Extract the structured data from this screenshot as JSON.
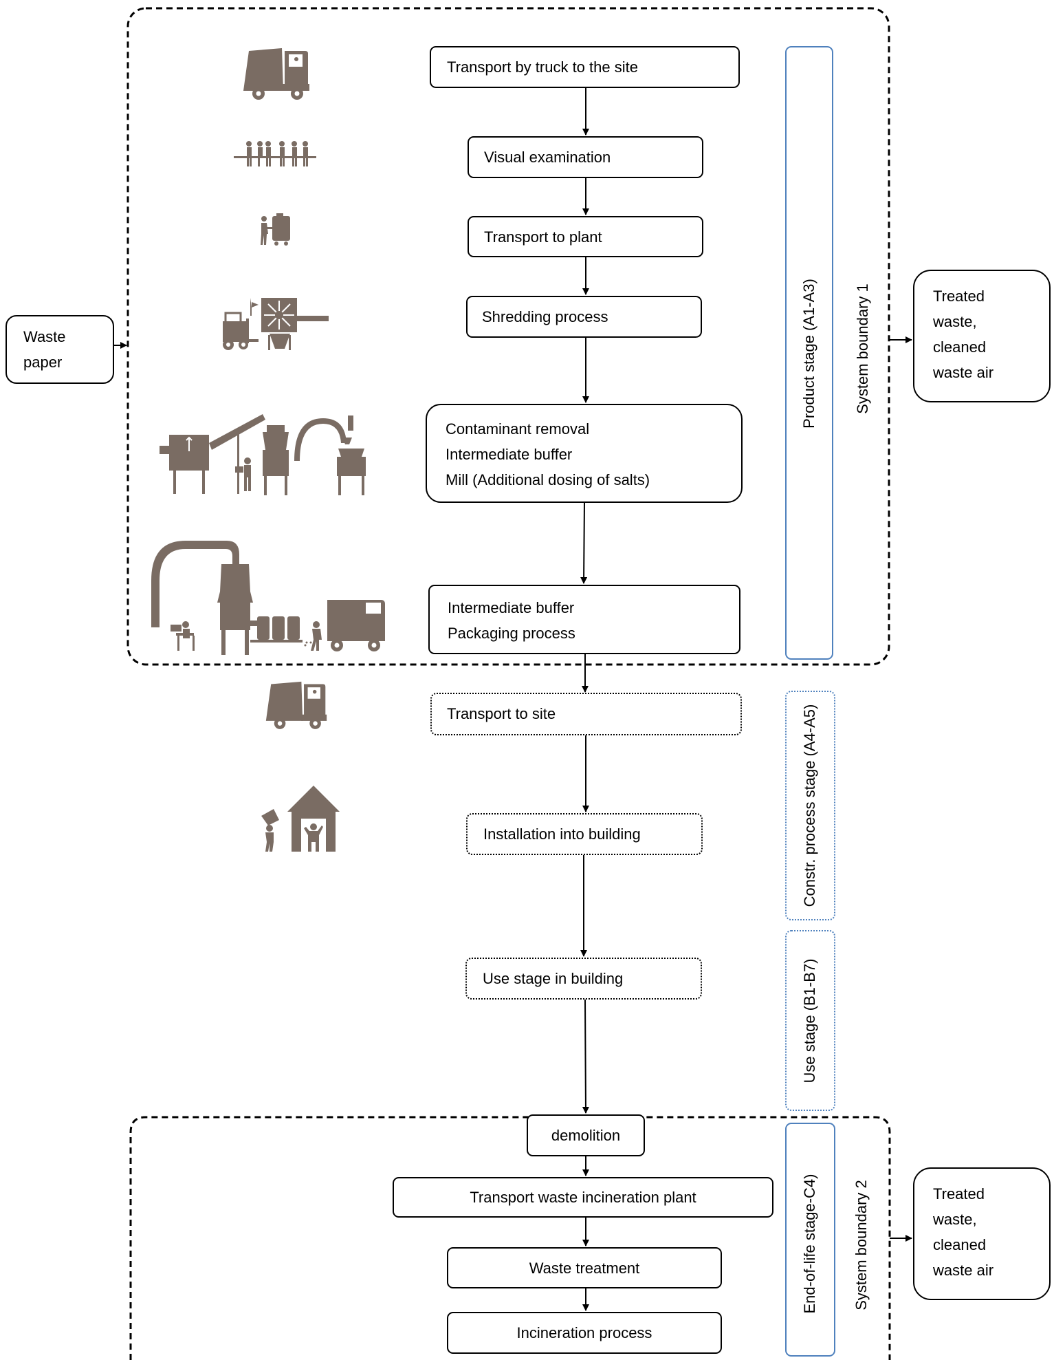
{
  "input": {
    "lines": [
      "Waste",
      "paper"
    ]
  },
  "steps": {
    "truck_to_site": "Transport by truck to the site",
    "visual_exam": "Visual examination",
    "transport_plant": "Transport to plant",
    "shredding": "Shredding process",
    "contaminant": [
      "Contaminant removal",
      "Intermediate buffer",
      "Mill (Additional dosing of salts)"
    ],
    "packaging": [
      "Intermediate buffer",
      "Packaging process"
    ],
    "transport_site": "Transport to site",
    "installation": "Installation into building",
    "use_stage": "Use stage in building",
    "demolition": "demolition",
    "transport_incineration": "Transport waste incineration plant",
    "waste_treatment": "Waste treatment",
    "incineration": "Incineration process"
  },
  "stages": {
    "product": "Product stage (A1-A3)",
    "construction": "Constr. process stage (A4-A5)",
    "use": "Use stage (B1-B7)",
    "eol": "End-of-life stage-C4)"
  },
  "boundaries": {
    "b1": "System boundary 1",
    "b2": "System boundary 2"
  },
  "outputs": {
    "out1": [
      "Treated",
      "waste,",
      "cleaned",
      "waste air"
    ],
    "out2": [
      "Treated",
      "waste,",
      "cleaned",
      "waste air"
    ]
  },
  "colors": {
    "icon": "#7a6c63",
    "stage_border": "#4f81bd",
    "line": "#000000"
  },
  "icons": [
    "garbage-truck-icon",
    "inspection-workers-icon",
    "worker-with-cart-icon",
    "forklift-shredder-icon",
    "contaminant-removal-machinery-icon",
    "packaging-line-icon",
    "garbage-truck-icon",
    "house-installation-icon"
  ]
}
